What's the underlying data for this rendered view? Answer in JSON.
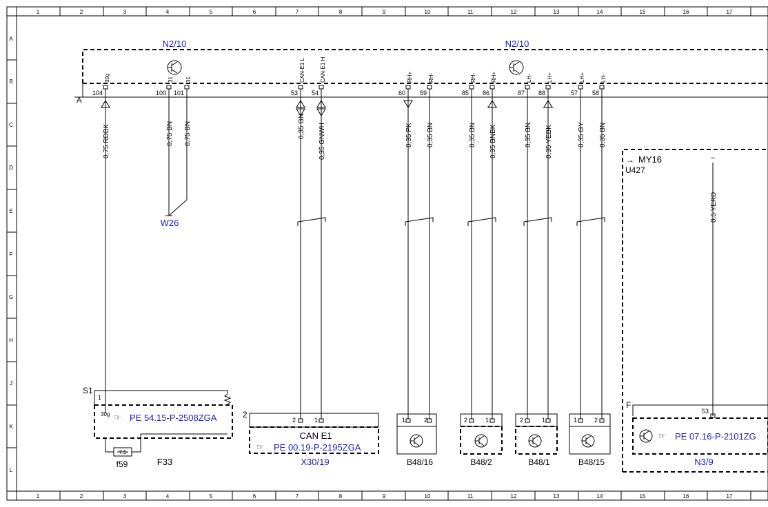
{
  "grid": {
    "columns": [
      "1",
      "2",
      "3",
      "4",
      "5",
      "6",
      "7",
      "8",
      "9",
      "10",
      "11",
      "12",
      "13",
      "14",
      "15",
      "16",
      "17"
    ],
    "rows": [
      "A",
      "B",
      "C",
      "D",
      "E",
      "F",
      "G",
      "H",
      "J",
      "K",
      "L"
    ]
  },
  "colors": {
    "label_blue": "#1c1cc8",
    "line": "#000000"
  },
  "modules": {
    "left": "N2/10",
    "right": "N2/10",
    "row_marker": "A"
  },
  "pins": [
    {
      "num": "104",
      "label": "30g"
    },
    {
      "num": "100",
      "label": "31"
    },
    {
      "num": "101",
      "label": "31"
    },
    {
      "num": "53",
      "label": "CAN-E1 L"
    },
    {
      "num": "54",
      "label": "CAN-E1 H"
    },
    {
      "num": "60",
      "label": "RH+"
    },
    {
      "num": "59",
      "label": "RH-"
    },
    {
      "num": "85",
      "label": "RH-"
    },
    {
      "num": "86",
      "label": "RH+"
    },
    {
      "num": "87",
      "label": "LH-"
    },
    {
      "num": "88",
      "label": "LH+"
    },
    {
      "num": "57",
      "label": "LH+"
    },
    {
      "num": "58",
      "label": "LH-"
    }
  ],
  "wires": [
    "0,75 RDBK",
    "0,75 BN",
    "0,75 BN",
    "0,35 GN",
    "0,35 GNWH",
    "0,35 PK",
    "0,35 BN",
    "0,35 BN",
    "0,35 BNBK",
    "0,35 BN",
    "0,35 YEBK",
    "0,35 GY",
    "0,35 BN"
  ],
  "ground": {
    "label": "W26"
  },
  "fuse_box": {
    "switch": "S1",
    "pin1": "1",
    "pin30g": "30g",
    "ref": "PE 54.15-P-2508ZGA",
    "fuse_value": "7,5",
    "fuse_name": "f59",
    "name": "F33"
  },
  "can": {
    "num": "2",
    "pin2": "2",
    "pin1": "1",
    "title": "CAN E1",
    "ref": "PE 00.19-P-2195ZGA",
    "name": "X30/19"
  },
  "sensors": [
    {
      "p1": "1",
      "p2": "2",
      "name": "B48/16"
    },
    {
      "p1": "2",
      "p2": "1",
      "name": "B48/2"
    },
    {
      "p1": "2",
      "p2": "1",
      "name": "B48/1"
    },
    {
      "p1": "1",
      "p2": "2",
      "name": "B48/15"
    }
  ],
  "option": {
    "title": "MY16",
    "code": "U427",
    "wire": "0,5 YERD",
    "f_label": "F",
    "pin": "53",
    "ref": "PE 07.16-P-2101ZG",
    "name": "N3/9"
  }
}
